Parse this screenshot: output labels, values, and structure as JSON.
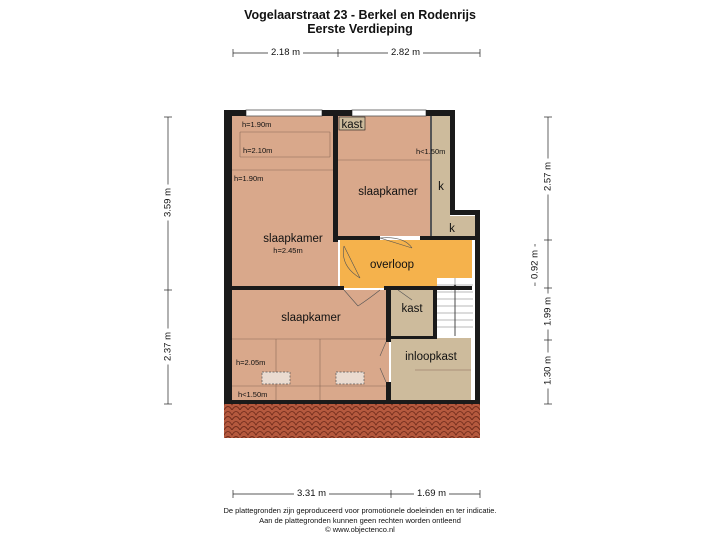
{
  "header": {
    "title": "Vogelaarstraat 23 - Berkel en Rodenrijs",
    "subtitle": "Eerste Verdieping"
  },
  "dimensions": {
    "top_left": "2.18 m",
    "top_right": "2.82 m",
    "bottom_left": "3.31 m",
    "bottom_right": "1.69 m",
    "left_top": "3.59 m",
    "left_bottom": "2.37 m",
    "right_1": "2.57 m",
    "right_2": "0.92 m",
    "right_3": "1.99 m",
    "right_4": "1.30 m"
  },
  "rooms": {
    "slaapkamer_1": "slaapkamer",
    "slaapkamer_1_height": "h=2.45m",
    "slaapkamer_2": "slaapkamer",
    "slaapkamer_3": "slaapkamer",
    "overloop": "overloop",
    "kast_top": "kast",
    "kast_mid": "kast",
    "inloopkast": "inloopkast",
    "k_1": "k",
    "k_2": "k"
  },
  "height_labels": {
    "h190_a": "h=1.90m",
    "h210": "h=2.10m",
    "h190_b": "h=1.90m",
    "h150_a": "h<1.50m",
    "h205": "h=2.05m",
    "h150_b": "h<1.50m"
  },
  "footer": {
    "line1": "De plattegronden zijn geproduceerd voor promotionele doeleinden en ter indicatie.",
    "line2": "Aan de plattegronden kunnen geen rechten worden ontleend",
    "line3": "© www.objectenco.nl"
  },
  "colors": {
    "room_fill": "#d9a88b",
    "overloop_fill": "#f5b24c",
    "storage_fill": "#cdbb9c",
    "wall": "#1a1a1a",
    "roof_tile": "#b5593e"
  }
}
